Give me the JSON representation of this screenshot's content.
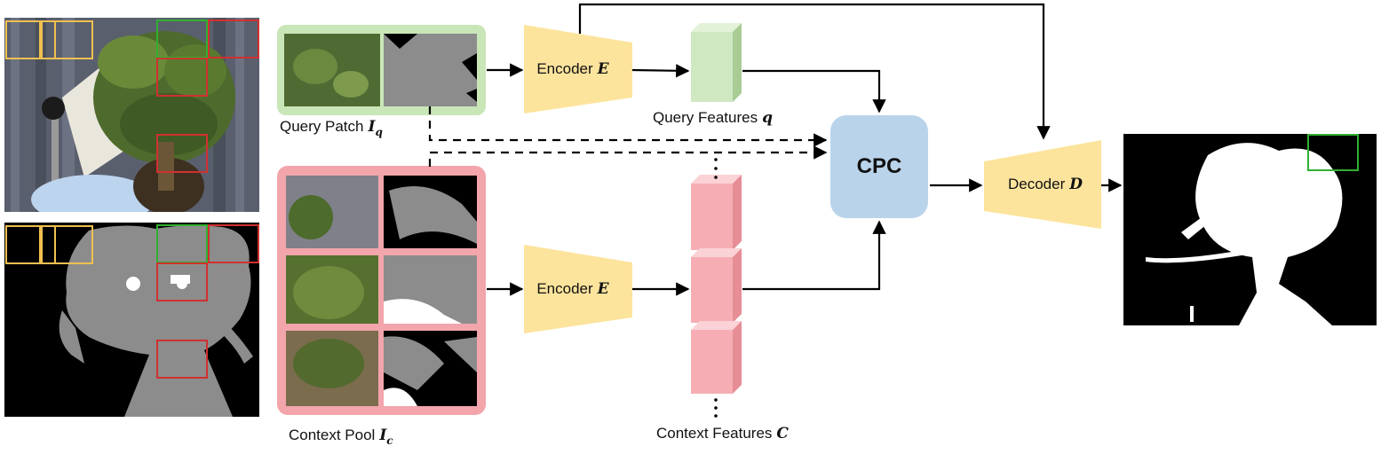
{
  "labels": {
    "query_patch": "Query Patch",
    "query_patch_sym": "I",
    "query_patch_sub": "q",
    "context_pool": "Context Pool",
    "context_pool_sym": "I",
    "context_pool_sub": "c",
    "query_features": "Query Features",
    "query_features_sym": "q",
    "context_features": "Context Features",
    "context_features_sym": "C"
  },
  "blocks": {
    "encoder_top": "Encoder",
    "encoder_top_sym": "E",
    "encoder_bottom": "Encoder",
    "encoder_bottom_sym": "E",
    "cpc": "CPC",
    "decoder": "Decoder",
    "decoder_sym": "D"
  },
  "colors": {
    "query_green": "#c9e6b8",
    "query_feature_green": "#cfe8c2",
    "context_pink": "#f2a5ab",
    "context_feature_pink": "#f6adb4",
    "encoder_yellow": "#fde49d",
    "cpc_blue": "#b9d3ea",
    "mask_gray": "#8c8c8c",
    "box_yellow": "#f0c050",
    "box_red": "#d03030",
    "box_green": "#30b030"
  }
}
